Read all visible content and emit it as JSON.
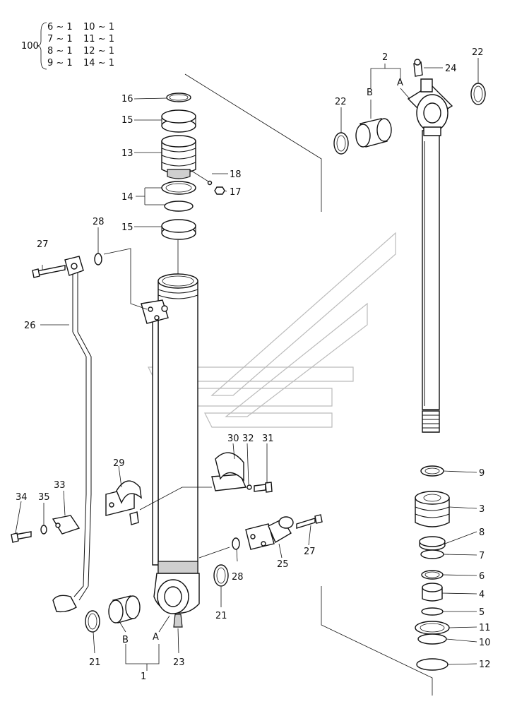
{
  "kit": {
    "number": "100",
    "rows": [
      {
        "a": "6 ~ 1",
        "b": "10 ~ 1"
      },
      {
        "a": "7 ~ 1",
        "b": "11 ~ 1"
      },
      {
        "a": "8 ~ 1",
        "b": "12 ~ 1"
      },
      {
        "a": "9 ~ 1",
        "b": "14 ~ 1"
      }
    ]
  },
  "labels": {
    "p1": "1",
    "p2": "2",
    "p3": "3",
    "p4": "4",
    "p5": "5",
    "p6": "6",
    "p7": "7",
    "p8": "8",
    "p9": "9",
    "p10": "10",
    "p11": "11",
    "p12": "12",
    "p13": "13",
    "p14": "14",
    "p15a": "15",
    "p15b": "15",
    "p16": "16",
    "p17": "17",
    "p18": "18",
    "p21a": "21",
    "p21b": "21",
    "p22a": "22",
    "p22b": "22",
    "p23": "23",
    "p24": "24",
    "p25": "25",
    "p26": "26",
    "p27a": "27",
    "p27b": "27",
    "p28a": "28",
    "p28b": "28",
    "p29": "29",
    "p30": "30",
    "p31": "31",
    "p32": "32",
    "p33": "33",
    "p34": "34",
    "p35": "35",
    "aTop": "A",
    "bTop": "B",
    "aBot": "A",
    "bBot": "B"
  }
}
